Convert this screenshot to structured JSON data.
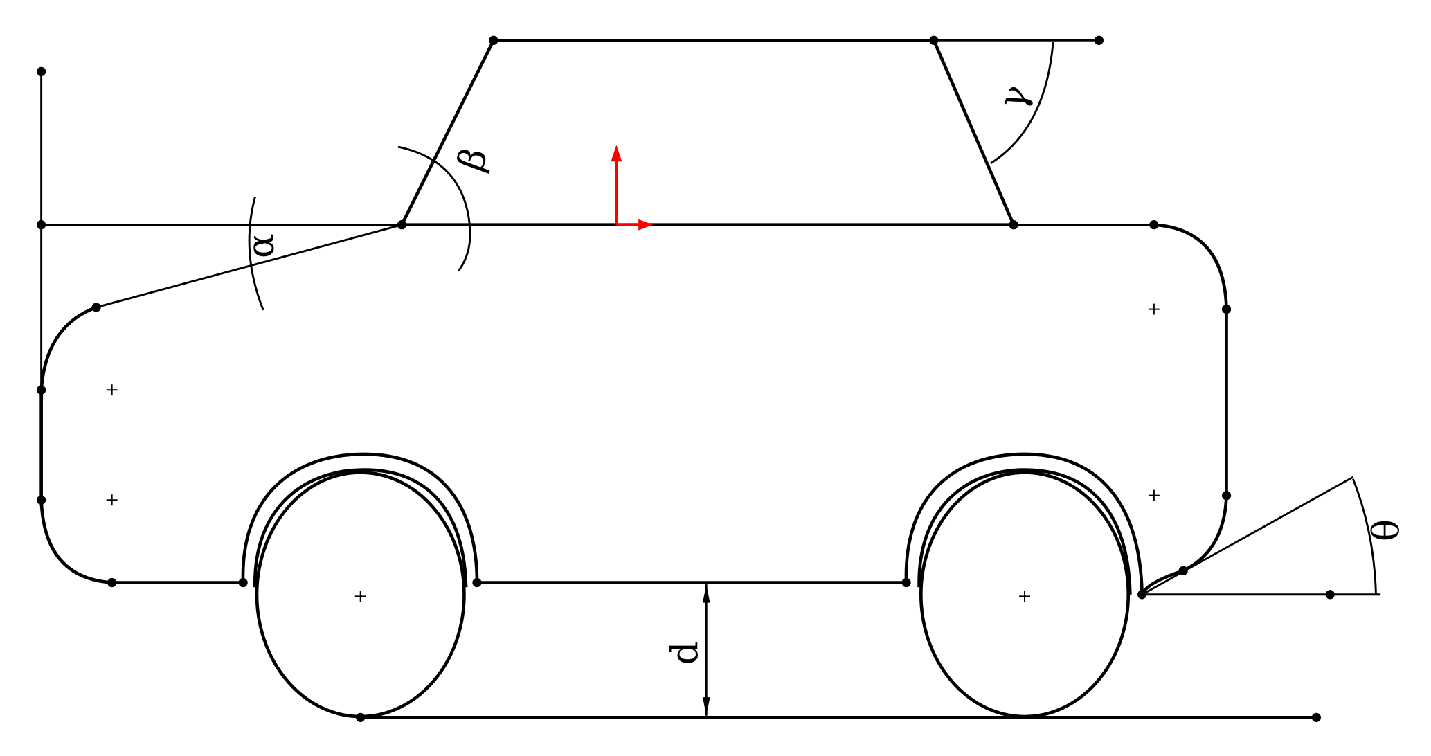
{
  "labels": {
    "alpha": "α",
    "beta": "β",
    "gamma": "γ",
    "theta": "θ",
    "d": "d"
  },
  "colors": {
    "lines": "#000000",
    "coordinate_axes": "#ff0000"
  }
}
